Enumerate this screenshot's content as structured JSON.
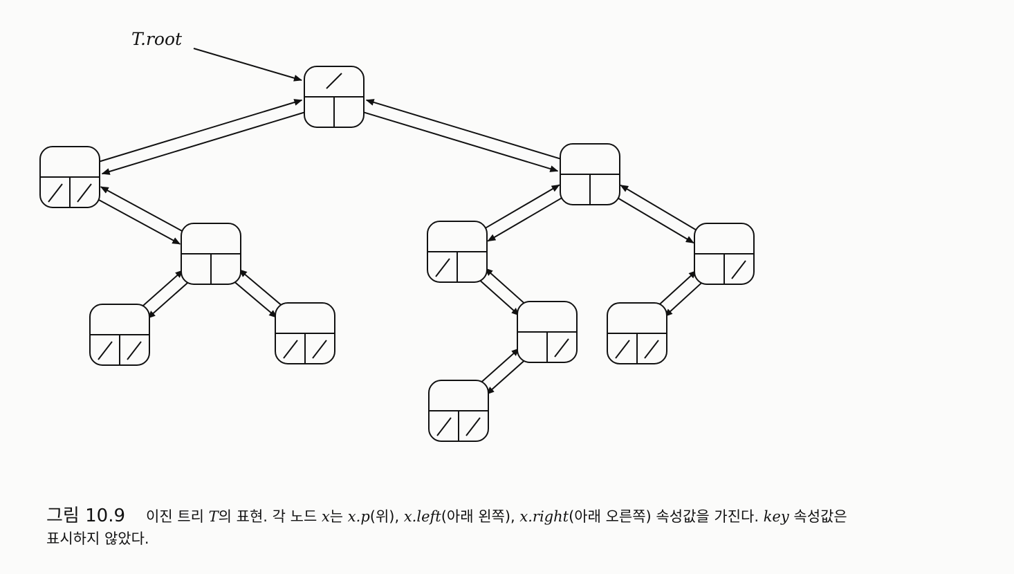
{
  "diagram": {
    "root_pointer_label": "T.root"
  },
  "caption": {
    "figure_number": "그림 10.9",
    "seg1": "이진 트리 ",
    "var_T": "T",
    "seg2": "의 표현. 각 노드 ",
    "var_x1": "x",
    "seg3": "는 ",
    "attr_p": "x.p",
    "seg4": "(위), ",
    "attr_left": "x.left",
    "seg5": "(아래 왼쪽), ",
    "attr_right": "x.right",
    "seg6": "(아래 오른쪽) 속성값을 가진다. ",
    "attr_key": "key",
    "seg7": " 속성값은",
    "line2": "표시하지 않았다."
  }
}
